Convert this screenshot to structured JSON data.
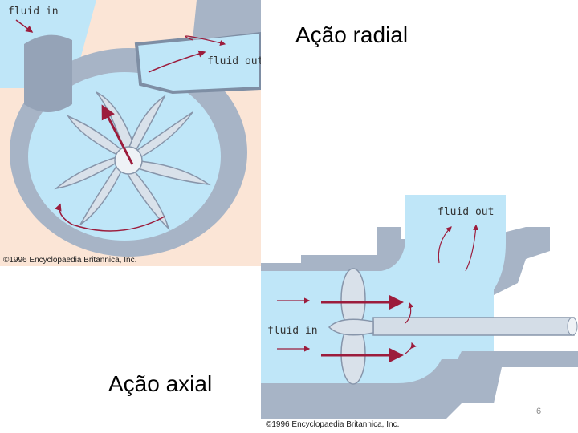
{
  "slide": {
    "radial_title": "Ação radial",
    "axial_title": "Ação axial",
    "page_number": "6"
  },
  "radial_figure": {
    "label_in": "fluid in",
    "label_out": "fluid out",
    "copyright": "©1996 Encyclopaedia Britannica, Inc."
  },
  "axial_figure": {
    "label_in": "fluid in",
    "label_out": "fluid out",
    "copyright": "©1996 Encyclopaedia Britannica, Inc."
  },
  "colors": {
    "fluid": "#bfe6f8",
    "casing": "#a7b4c6",
    "casing_dark": "#7e8ea4",
    "arrow": "#9c1c3c",
    "background_radial": "#fbe5d6"
  }
}
